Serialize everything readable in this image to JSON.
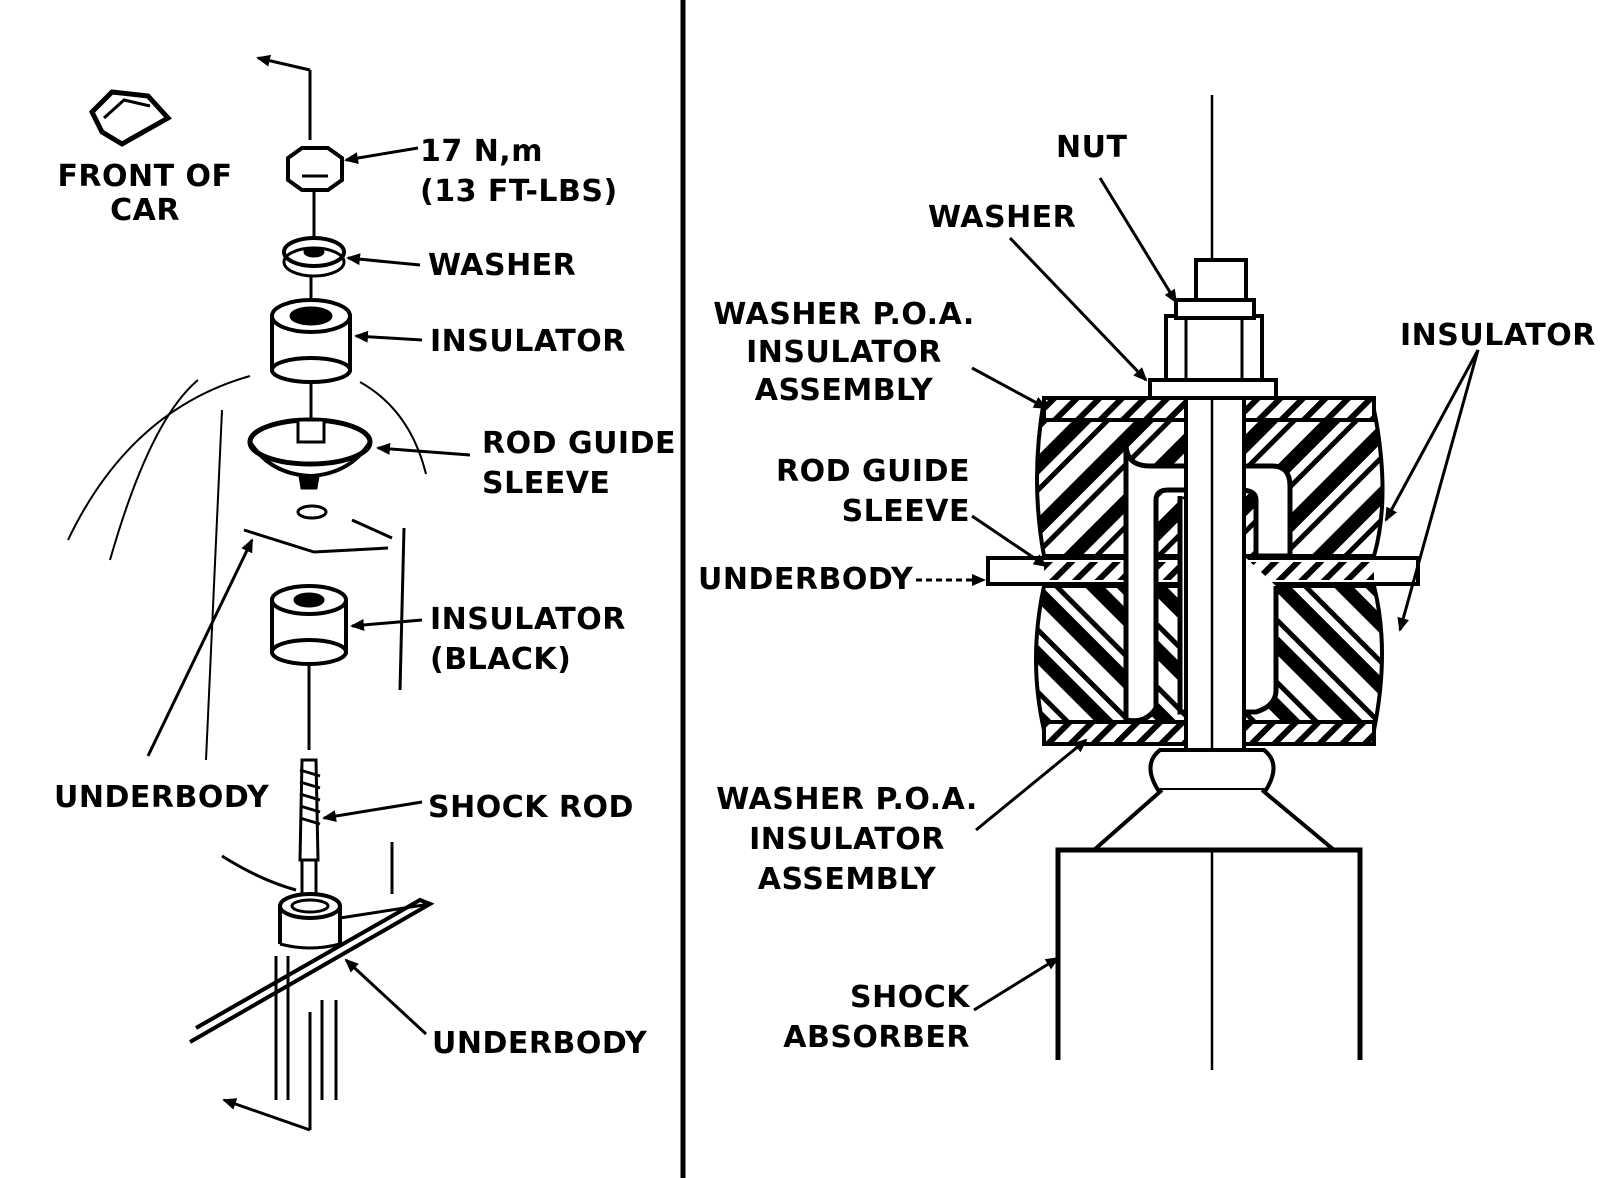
{
  "left_view": {
    "front_of_car": [
      "FRONT OF",
      "CAR"
    ],
    "torque": [
      "17 N,m",
      "(13 FT-LBS)"
    ],
    "washer": "WASHER",
    "insulator": "INSULATOR",
    "rod_guide_sleeve": [
      "ROD GUIDE",
      "SLEEVE"
    ],
    "insulator_black": [
      "INSULATOR",
      "(BLACK)"
    ],
    "underbody_side": "UNDERBODY",
    "shock_rod": "SHOCK ROD",
    "underbody_bottom": "UNDERBODY"
  },
  "right_view": {
    "nut": "NUT",
    "washer": "WASHER",
    "washer_poa_top": [
      "WASHER P.O.A.",
      "INSULATOR",
      "ASSEMBLY"
    ],
    "insulator": "INSULATOR",
    "rod_guide_sleeve": [
      "ROD GUIDE",
      "SLEEVE"
    ],
    "underbody": "UNDERBODY",
    "washer_poa_bottom": [
      "WASHER P.O.A.",
      "INSULATOR",
      "ASSEMBLY"
    ],
    "shock_absorber": [
      "SHOCK",
      "ABSORBER"
    ]
  }
}
